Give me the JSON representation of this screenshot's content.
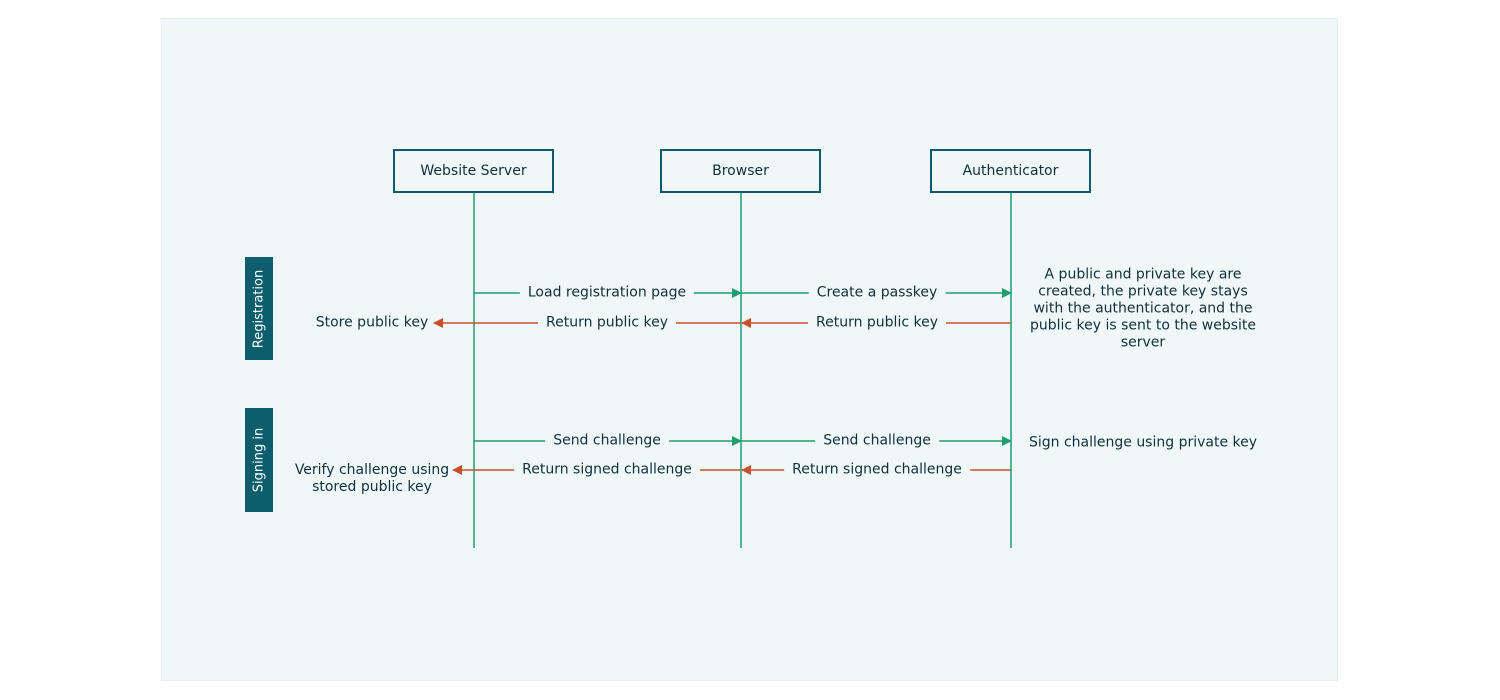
{
  "actors": [
    {
      "name": "Website Server"
    },
    {
      "name": "Browser"
    },
    {
      "name": "Authenticator"
    }
  ],
  "phases": [
    {
      "label": "Registration"
    },
    {
      "label": "Signing in"
    }
  ],
  "messages": [
    {
      "label": "Load registration page",
      "from": 0,
      "to": 1,
      "kind": "request"
    },
    {
      "label": "Create a passkey",
      "from": 1,
      "to": 2,
      "kind": "request"
    },
    {
      "label": "Return public key",
      "from": 1,
      "to": 0,
      "kind": "response"
    },
    {
      "label": "Return public key",
      "from": 2,
      "to": 1,
      "kind": "response"
    },
    {
      "label": "Send challenge",
      "from": 0,
      "to": 1,
      "kind": "request"
    },
    {
      "label": "Send challenge",
      "from": 1,
      "to": 2,
      "kind": "request"
    },
    {
      "label": "Return signed challenge",
      "from": 1,
      "to": 0,
      "kind": "response"
    },
    {
      "label": "Return signed challenge",
      "from": 2,
      "to": 1,
      "kind": "response"
    }
  ],
  "notes": {
    "store_public_key": "Store public key",
    "key_created": "A public and private key are created, the private key stays with the authenticator, and the public key is sent to the website server",
    "verify_challenge": "Verify challenge using stored public key",
    "sign_challenge": "Sign challenge using private key"
  },
  "colors": {
    "request": "#1f9d6e",
    "response": "#c9502a",
    "lifeline": "#1f9d6e",
    "actor_border": "#0e5a6a",
    "phase_fill": "#0c5e6d",
    "panel": "#eff7f9"
  }
}
